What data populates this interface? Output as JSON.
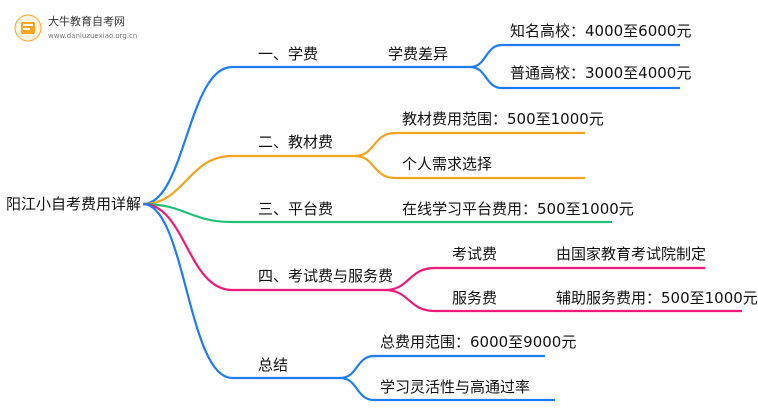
{
  "logo": {
    "title": "大牛教育自考网",
    "url": "www.daniuzuexiao.org.cn"
  },
  "root": "阳江小自考费用详解",
  "branches": {
    "tuition": {
      "label": "一、学费",
      "color": "#1f7df0",
      "child": "学费差异",
      "leaves": [
        "知名高校：4000至6000元",
        "普通高校：3000至4000元"
      ]
    },
    "materials": {
      "label": "二、教材费",
      "color": "#f2a51d",
      "leaves": [
        "教材费用范围：500至1000元",
        "个人需求选择"
      ]
    },
    "platform": {
      "label": "三、平台费",
      "color": "#21c07a",
      "leaves": [
        "在线学习平台费用：500至1000元"
      ]
    },
    "exam": {
      "label": "四、考试费与服务费",
      "color": "#ee1a79",
      "children": [
        {
          "label": "考试费",
          "leaf": "由国家教育考试院制定"
        },
        {
          "label": "服务费",
          "leaf": "辅助服务费用：500至1000元"
        }
      ]
    },
    "summary": {
      "label": "总结",
      "color": "#1f7df0",
      "leaves": [
        "总费用范围：6000至9000元",
        "学习灵活性与高通过率"
      ]
    }
  }
}
